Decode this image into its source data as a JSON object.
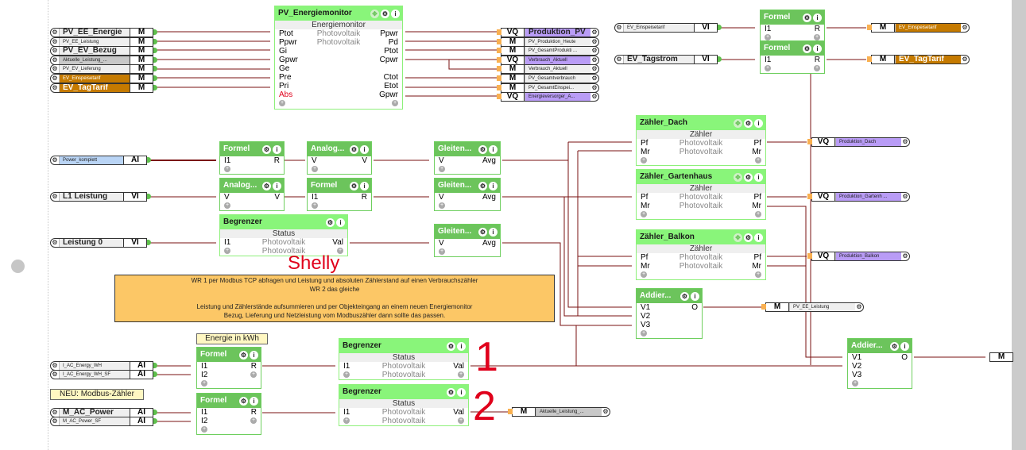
{
  "canvas": {
    "wire_color": "#7a1010",
    "block_color": "#6cc45c",
    "note_color": "#fcc766",
    "selection_dot": "circle"
  },
  "inputs_left": [
    {
      "name": "PV_EE_Energie",
      "type": "M",
      "style": "big"
    },
    {
      "name": "PV_EE_Leistung",
      "type": "M",
      "style": "small"
    },
    {
      "name": "PV_EV_Bezug",
      "type": "M",
      "style": "big"
    },
    {
      "name": "Aktuelle_Leistung_...",
      "type": "M",
      "style": "gray"
    },
    {
      "name": "PV_EV_Lieferung",
      "type": "M",
      "style": "small"
    },
    {
      "name": "EV_Einspeisetarif",
      "type": "M",
      "style": "orange"
    },
    {
      "name": "EV_TagTarif",
      "type": "M",
      "style": "orange-big"
    }
  ],
  "energiemonitor": {
    "title": "PV_Energiemonitor",
    "subtitle": "Energiemonitor",
    "inputs": [
      "Ptot",
      "Ppwr",
      "Gi",
      "Gpwr",
      "Ge",
      "Pre",
      "Pri",
      "Abs"
    ],
    "middle": [
      "Photovoltaik",
      "Photovoltaik"
    ],
    "outputs": [
      "Ppwr",
      "Pd",
      "Ptot",
      "Cpwr",
      "",
      "Ctot",
      "Etot",
      "Gpwr"
    ]
  },
  "outputs_monitor": [
    {
      "type": "VQ",
      "name": "Produktion_PV",
      "style": "violet-big"
    },
    {
      "type": "M",
      "name": "PV_Produktion_Heute",
      "style": "small"
    },
    {
      "type": "M",
      "name": "PV_GesamtProdukti ...",
      "style": "small"
    },
    {
      "type": "VQ",
      "name": "Verbrauch_Aktuell",
      "style": "violet"
    },
    {
      "type": "M",
      "name": "Verbrauch_Aktuell",
      "style": "small"
    },
    {
      "type": "M",
      "name": "PV_Gesamtverbrauch",
      "style": "small"
    },
    {
      "type": "M",
      "name": "PV_GesamtEinspei...",
      "style": "small"
    },
    {
      "type": "VQ",
      "name": "Energieversorger_A...",
      "style": "violet"
    }
  ],
  "tarif": {
    "in1": {
      "name": "EV_Einspeisetarif",
      "type": "VI"
    },
    "in2": {
      "name": "EV_Tagstrom",
      "type": "VI"
    },
    "formel1": {
      "title": "Formel",
      "in": "I1",
      "out": "R"
    },
    "formel2": {
      "title": "Formel",
      "in": "I1",
      "out": "R"
    },
    "out1": {
      "type": "M",
      "name": "EV_Einspeisetarif"
    },
    "out2": {
      "type": "M",
      "name": "EV_TagTarif"
    }
  },
  "mid_inputs": [
    {
      "name": "Power_komplett",
      "type": "AI"
    },
    {
      "name": "L1 Leistung",
      "type": "VI"
    },
    {
      "name": "Leistung 0",
      "type": "VI"
    }
  ],
  "chain": {
    "formel_a": {
      "title": "Formel",
      "in": "I1",
      "out": "R"
    },
    "analog_a": {
      "title": "Analog...",
      "in": "V",
      "out": "V"
    },
    "analog_b": {
      "title": "Analog...",
      "in": "V",
      "out": "V"
    },
    "formel_b": {
      "title": "Formel",
      "in": "I1",
      "out": "R"
    },
    "begrenzer": {
      "title": "Begrenzer",
      "subtitle": "Status",
      "in": "I1",
      "mid1": "Photovoltaik",
      "mid2": "Photovoltaik",
      "out": "Val"
    },
    "gleiten": [
      {
        "title": "Gleiten...",
        "in": "V",
        "out": "Avg"
      },
      {
        "title": "Gleiten...",
        "in": "V",
        "out": "Avg"
      },
      {
        "title": "Gleiten...",
        "in": "V",
        "out": "Avg"
      }
    ]
  },
  "zaehler": [
    {
      "title": "Zähler_Dach",
      "subtitle": "Zähler",
      "rows": [
        [
          "Pf",
          "Photovoltaik",
          "Pf"
        ],
        [
          "Mr",
          "Photovoltaik",
          "Mr"
        ]
      ],
      "out": {
        "type": "VQ",
        "name": "Produktion_Dach"
      }
    },
    {
      "title": "Zähler_Gartenhaus",
      "subtitle": "Zähler",
      "rows": [
        [
          "Pf",
          "Photovoltaik",
          "Pf"
        ],
        [
          "Mr",
          "Photovoltaik",
          "Mr"
        ]
      ],
      "out": {
        "type": "VQ",
        "name": "Produktion_Gartenh ..."
      }
    },
    {
      "title": "Zähler_Balkon",
      "subtitle": "Zähler",
      "rows": [
        [
          "Pf",
          "Photovoltaik",
          "Pf"
        ],
        [
          "Mr",
          "Photovoltaik",
          "Mr"
        ]
      ],
      "out": {
        "type": "VQ",
        "name": "Produktion_Balkon"
      }
    }
  ],
  "addierer1": {
    "title": "Addier...",
    "inputs": [
      "V1",
      "V2",
      "V3"
    ],
    "out": "O",
    "target": {
      "type": "M",
      "name": "PV_EE_Leistung"
    }
  },
  "addierer2": {
    "title": "Addier...",
    "inputs": [
      "V1",
      "V2",
      "V3"
    ],
    "out": "O",
    "target": {
      "type": "M"
    }
  },
  "shelly_label": "Shelly",
  "note": {
    "line1": "WR 1 per Modbus TCP abfragen und Leistung und absoluten Zählerstand auf einen Verbrauchszähler",
    "line2": "WR 2 das gleiche",
    "line3": "Leistung und Zählerstände aufsummieren und per Objekteingang an einem neuen Energiemonitor",
    "line4": "Bezug, Lieferung und Netzleistung vom Modbuszähler dann sollte das passen."
  },
  "tag_energie": "Energie in kWh",
  "tag_modbus": "NEU: Modbus-Zähler",
  "bottom_inputs": [
    {
      "name": "I_AC_Energy_WH",
      "type": "AI"
    },
    {
      "name": "I_AC_Energy_WH_SF",
      "type": "AI"
    },
    {
      "name": "M_AC_Power",
      "type": "AI"
    },
    {
      "name": "M_AC_Power_SF",
      "type": "AI"
    }
  ],
  "bottom_formel1": {
    "title": "Formel",
    "in": [
      "I1",
      "I2"
    ],
    "out": "R"
  },
  "bottom_formel2": {
    "title": "Formel",
    "in": [
      "I1",
      "I2"
    ],
    "out": "R"
  },
  "bottom_begr1": {
    "title": "Begrenzer",
    "subtitle": "Status",
    "in": "I1",
    "mid1": "Photovoltaik",
    "mid2": "Photovoltaik",
    "out": "Val"
  },
  "bottom_begr2": {
    "title": "Begrenzer",
    "subtitle": "Status",
    "in": "I1",
    "mid1": "Photovoltaik",
    "mid2": "Photovoltaik",
    "out": "Val"
  },
  "marker1": "1",
  "marker2": "2",
  "bottom_out": {
    "type": "M",
    "name": "Aktuelle_Leistung_..."
  },
  "icons": {
    "gear": "⚙",
    "info": "i",
    "move": "✥",
    "plus": "+"
  }
}
